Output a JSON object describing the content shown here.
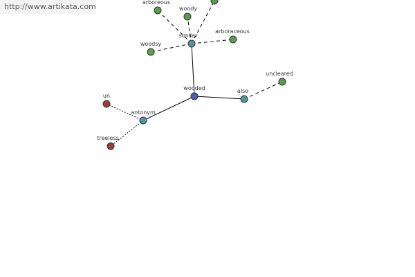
{
  "watermark": "http://www.artikata.com",
  "colors": {
    "center": "#4e5bb0",
    "relation": "#4f9a98",
    "synonym": "#5a9d4b",
    "antonym": "#9c3c3c",
    "line": "#000000"
  },
  "nodes": [
    {
      "id": "wooded",
      "label": "wooded",
      "kind": "center"
    },
    {
      "id": "similar",
      "label": "similar",
      "kind": "relation"
    },
    {
      "id": "also",
      "label": "also",
      "kind": "relation"
    },
    {
      "id": "antonym",
      "label": "antonym",
      "kind": "relation"
    },
    {
      "id": "arboreous",
      "label": "arboreous",
      "kind": "synonym"
    },
    {
      "id": "woody",
      "label": "woody",
      "kind": "synonym"
    },
    {
      "id": "top-cut",
      "label": "",
      "kind": "synonym"
    },
    {
      "id": "arboraceous",
      "label": "arboraceous",
      "kind": "synonym"
    },
    {
      "id": "woodsy",
      "label": "woodsy",
      "kind": "synonym"
    },
    {
      "id": "uncleared",
      "label": "uncleared",
      "kind": "synonym"
    },
    {
      "id": "un",
      "label": "un",
      "kind": "antonym"
    },
    {
      "id": "treeless",
      "label": "treeless",
      "kind": "antonym"
    }
  ],
  "edges": [
    {
      "from": "wooded",
      "to": "similar",
      "style": "solid"
    },
    {
      "from": "wooded",
      "to": "also",
      "style": "solid"
    },
    {
      "from": "wooded",
      "to": "antonym",
      "style": "solid"
    },
    {
      "from": "similar",
      "to": "arboreous",
      "style": "dashed"
    },
    {
      "from": "similar",
      "to": "woody",
      "style": "dashed"
    },
    {
      "from": "similar",
      "to": "top-cut",
      "style": "dashed"
    },
    {
      "from": "similar",
      "to": "arboraceous",
      "style": "dashed"
    },
    {
      "from": "similar",
      "to": "woodsy",
      "style": "dashed"
    },
    {
      "from": "also",
      "to": "uncleared",
      "style": "dashed"
    },
    {
      "from": "antonym",
      "to": "un",
      "style": "dotted"
    },
    {
      "from": "antonym",
      "to": "treeless",
      "style": "dotted"
    }
  ]
}
